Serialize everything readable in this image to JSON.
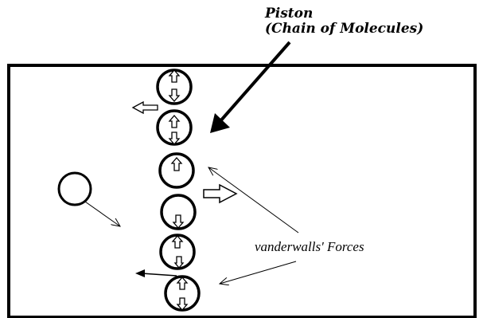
{
  "labels": {
    "piston_line1": "Piston",
    "piston_line2": "(Chain of Molecules)",
    "forces": "vanderwalls' Forces"
  },
  "colors": {
    "ink": "#000000",
    "background": "#ffffff"
  },
  "icons": [
    "up-arrow-icon",
    "down-arrow-icon",
    "left-arrow-icon",
    "right-arrow-icon"
  ]
}
